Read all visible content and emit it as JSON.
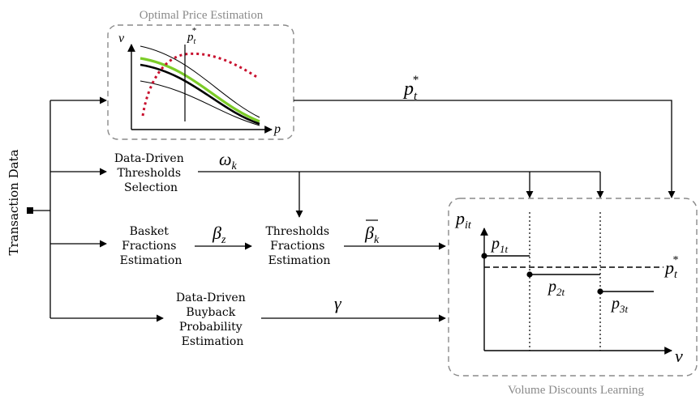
{
  "source_label": "Transaction Data",
  "optimal_price": {
    "caption": "Optimal Price Estimation",
    "axis_y": "v",
    "axis_x": "p",
    "marker_base": "p",
    "marker_sub": "t",
    "marker_sup": "*"
  },
  "thresholds_selection": {
    "line1": "Data-Driven",
    "line2": "Thresholds",
    "line3": "Selection"
  },
  "basket_fractions": {
    "line1": "Basket",
    "line2": "Fractions",
    "line3": "Estimation"
  },
  "thresholds_fractions": {
    "line1": "Thresholds",
    "line2": "Fractions",
    "line3": "Estimation"
  },
  "buyback_probability": {
    "line1": "Data-Driven",
    "line2": "Buyback",
    "line3": "Probability",
    "line4": "Estimation"
  },
  "arrow_labels": {
    "price_base": "p",
    "price_sub": "t",
    "price_sup": "*",
    "omega_base": "ω",
    "omega_sub": "k",
    "beta_z_base": "β",
    "beta_z_sub": "z",
    "beta_k_base": "β",
    "beta_k_sub": "k",
    "gamma": "γ"
  },
  "volume_discounts": {
    "caption": "Volume Discounts Learning",
    "axis_y_base": "p",
    "axis_y_sub": "it",
    "axis_x": "v",
    "ref_base": "p",
    "ref_sub": "t",
    "ref_sup": "*",
    "step1_base": "p",
    "step1_sub": "1t",
    "step2_base": "p",
    "step2_sub": "2t",
    "step3_base": "p",
    "step3_sub": "3t"
  },
  "colors": {
    "green": "#7ccc28",
    "red_dotted": "#c8102e",
    "dashed_box": "#8a8a8a",
    "ink": "#000000"
  }
}
